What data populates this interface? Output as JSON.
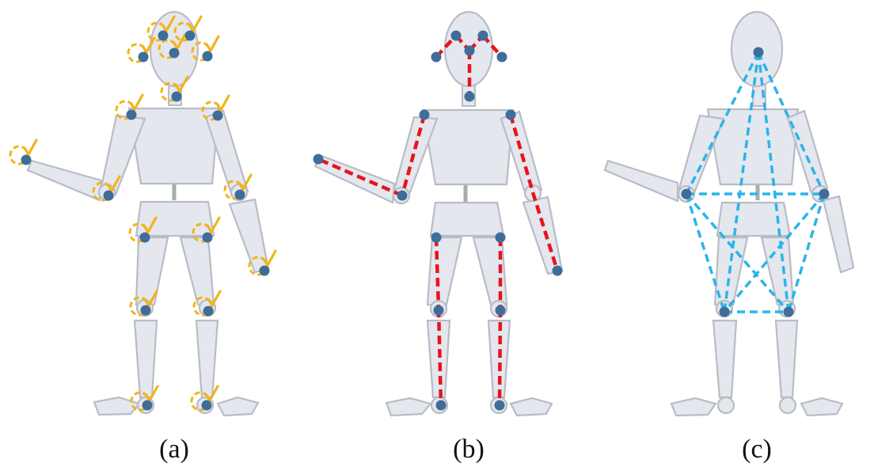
{
  "panels": [
    {
      "id": "a",
      "label": "(a)"
    },
    {
      "id": "b",
      "label": "(b)"
    },
    {
      "id": "c",
      "label": "(c)"
    }
  ],
  "colors": {
    "body_fill": "#e4e7ee",
    "body_stroke": "#b9bcc4",
    "keypoint": "#3f6d9a",
    "detection_mark": "#f2b418",
    "skeleton_link": "#e8141c",
    "pairwise_link": "#2ab4ea"
  }
}
